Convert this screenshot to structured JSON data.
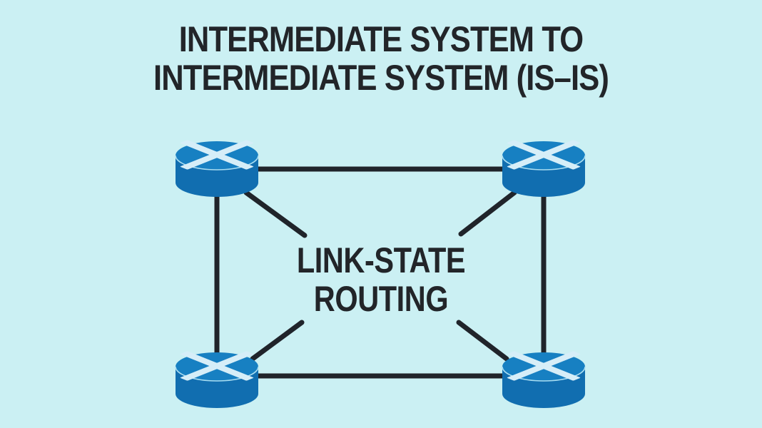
{
  "title": {
    "line1": "INTERMEDIATE SYSTEM TO",
    "line2": "INTERMEDIATE SYSTEM (IS–IS)"
  },
  "center_label": {
    "line1": "LINK-STATE",
    "line2": "ROUTING"
  },
  "diagram": {
    "type": "network-topology",
    "node_type": "router",
    "node_count": 4,
    "topology": "full-mesh",
    "nodes": [
      "top-left",
      "top-right",
      "bottom-left",
      "bottom-right"
    ],
    "links": [
      [
        "top-left",
        "top-right"
      ],
      [
        "bottom-left",
        "bottom-right"
      ],
      [
        "top-left",
        "bottom-left"
      ],
      [
        "top-right",
        "bottom-right"
      ],
      [
        "top-left",
        "bottom-right"
      ],
      [
        "top-right",
        "bottom-left"
      ]
    ]
  },
  "colors": {
    "background": "#cbf0f3",
    "router_top": "#1780c2",
    "router_body": "#116eb0",
    "router_rim": "#a9ddf1",
    "router_glyph": "#d6eef8",
    "link": "#20242a",
    "text": "#222529"
  }
}
